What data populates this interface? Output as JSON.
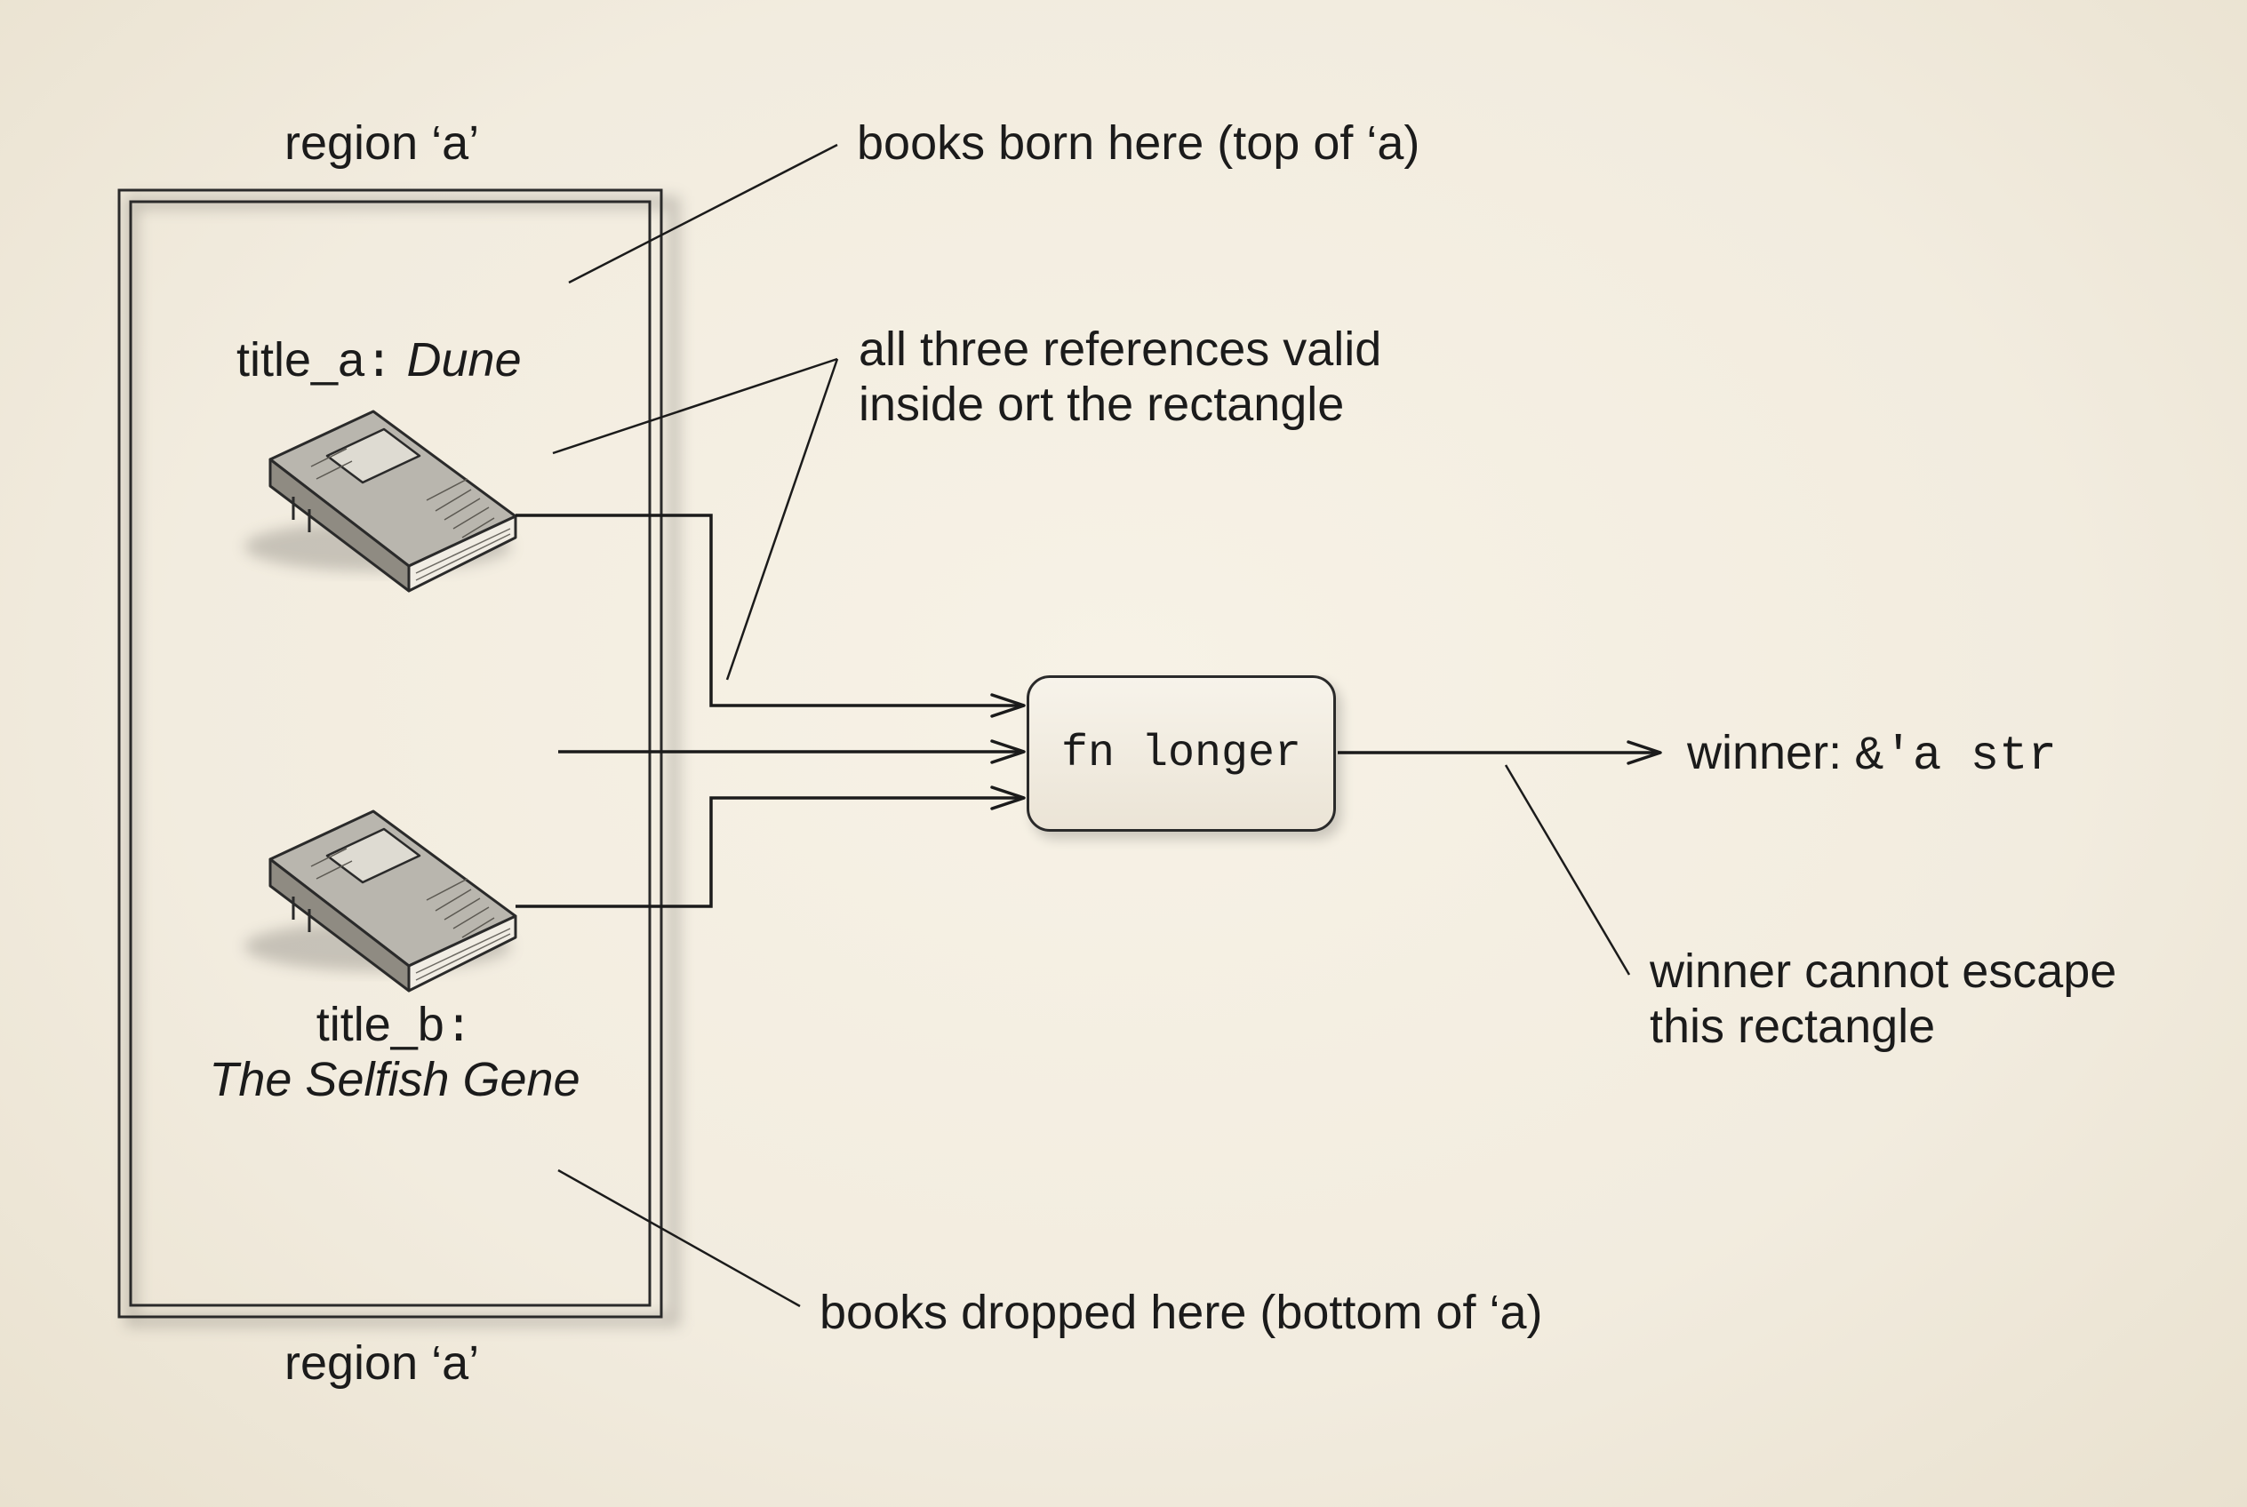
{
  "region_top_label": "region ‘a’",
  "region_bottom_label": "region ‘a’",
  "book_a": {
    "name": "title_a",
    "colon": ":",
    "title": "Dune"
  },
  "book_b": {
    "name": "title_b",
    "colon": ":",
    "title": "The Selfish Gene"
  },
  "function_box": {
    "label": "fn longer"
  },
  "result": {
    "name": "winner:",
    "type": "&'a str"
  },
  "annotations": {
    "born": "books born here (top of ‘a)",
    "valid_line1": "all three references valid",
    "valid_line2": "inside ort the rectangle",
    "escape_line1": "winner cannot escape",
    "escape_line2": "this rectangle",
    "dropped": "books dropped here (bottom of ‘a)"
  },
  "colors": {
    "background": "#f3ede0",
    "ink": "#1b1b1b",
    "book_cover": "#b9b6ae"
  }
}
